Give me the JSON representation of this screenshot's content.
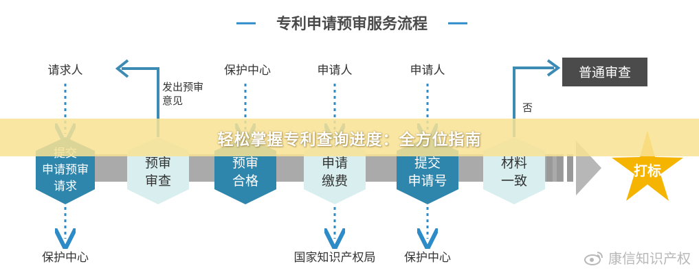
{
  "title": "专利申请预审服务流程",
  "banner": "轻松掌握专利查询进度：全方位指南",
  "top_labels": {
    "requester": "请求人",
    "protection_center_1": "保护中心",
    "applicant_1": "申请人",
    "applicant_2": "申请人"
  },
  "issue_opinion": [
    "发出预审",
    "意见"
  ],
  "no_label": "否",
  "normal_exam": "普通审查",
  "nodes": [
    [
      "提交",
      "申请预审",
      "请求"
    ],
    [
      "预审",
      "审查"
    ],
    [
      "预审",
      "合格"
    ],
    [
      "申请",
      "缴费"
    ],
    [
      "提交",
      "申请号"
    ],
    [
      "材料",
      "一致"
    ]
  ],
  "dabiao": "打标",
  "bottom_labels": {
    "protection_center_left": "保护中心",
    "ip_office": "国家知识产权局",
    "protection_center_right": "保护中心"
  },
  "watermark": "康信知识产权",
  "colors": {
    "dark_hex": "#2f86ad",
    "light_hex": "#d9efef",
    "band": "#aaaaaa",
    "arrow_blue": "#3c8bb5",
    "dotted_blue": "#2d8bc7",
    "star_yellow": "#f4b400",
    "box_dark": "#4b4b4b"
  }
}
